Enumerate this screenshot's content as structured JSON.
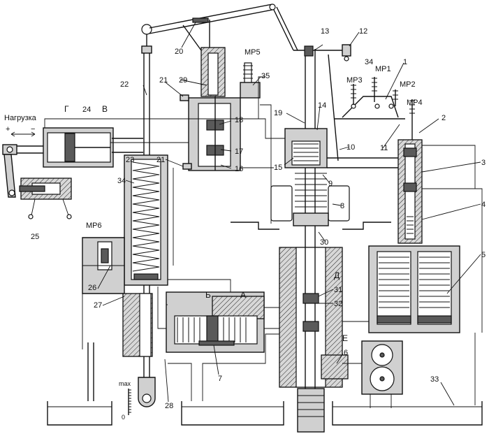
{
  "labels": {
    "n1": "1",
    "n2": "2",
    "n3": "3",
    "n4": "4",
    "n5": "5",
    "n6": "6",
    "n7": "7",
    "n8": "8",
    "n9": "9",
    "n10": "10",
    "n11": "11",
    "n12": "12",
    "n13": "13",
    "n14": "14",
    "n15": "15",
    "n16": "16",
    "n17": "17",
    "n18": "18",
    "n19": "19",
    "n20": "20",
    "n21a": "21",
    "n21b": "21",
    "n22": "22",
    "n23": "23",
    "n24": "24",
    "n25": "25",
    "n26": "26",
    "n27": "27",
    "n28": "28",
    "n29": "29",
    "n30": "30",
    "n31": "31",
    "n32": "32",
    "n33": "33",
    "n34a": "34",
    "n34b": "34",
    "n35": "35"
  },
  "cavities": {
    "A": "А",
    "B": "Б",
    "V": "В",
    "G": "Г",
    "D": "Д",
    "E": "Е"
  },
  "magnets": {
    "mp1": "МР1",
    "mp2": "МР2",
    "mp3": "МР3",
    "mp4": "МР4",
    "mp5": "МР5",
    "mp6": "МР6"
  },
  "load": {
    "title": "Нагрузка",
    "plus": "+",
    "minus": "−"
  },
  "scale": {
    "max": "max",
    "zero": "0"
  }
}
